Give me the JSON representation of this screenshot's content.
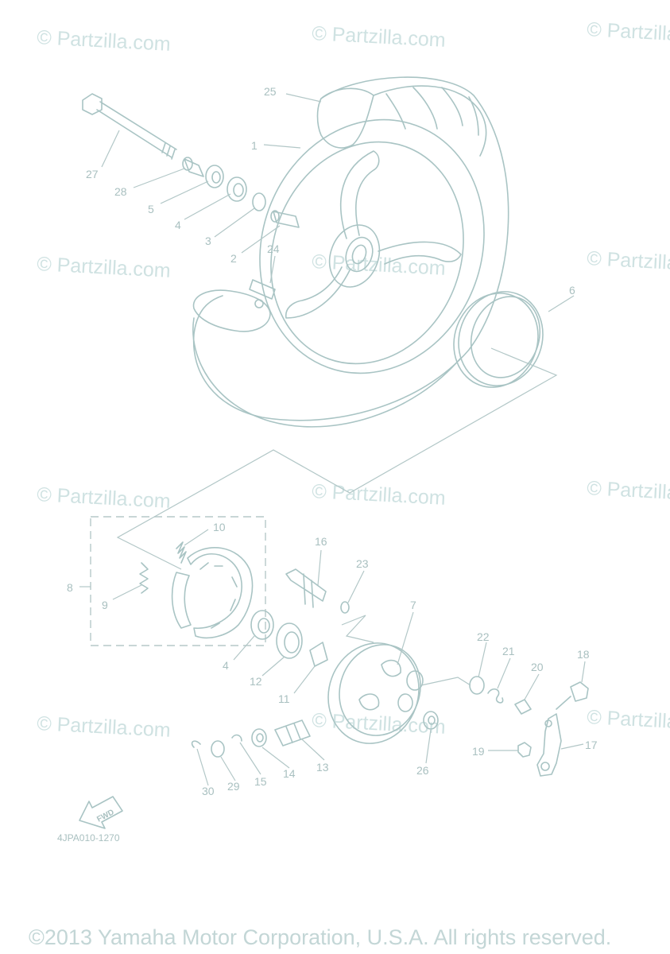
{
  "diagram": {
    "drawing_code": "4JPA010-1270",
    "copyright": "©2013 Yamaha Motor Corporation, U.S.A. All rights reserved.",
    "fwd_label": "FWD",
    "watermarks": [
      "© Partzilla.com",
      "© Partzilla.com",
      "© Partzilla.com",
      "© Partzilla.com",
      "© Partzilla.com",
      "© Partzilla.com",
      "© Partzilla.com",
      "© Partzilla.com",
      "© Partzilla.com",
      "© Partzilla.com",
      "© Partzilla.com",
      "© Partzilla.com"
    ],
    "callouts": [
      "25",
      "1",
      "27",
      "28",
      "5",
      "4",
      "3",
      "2",
      "24",
      "6",
      "10",
      "8",
      "9",
      "16",
      "23",
      "7",
      "4",
      "12",
      "11",
      "22",
      "21",
      "20",
      "18",
      "17",
      "19",
      "26",
      "13",
      "14",
      "15",
      "29",
      "30"
    ]
  },
  "colors": {
    "line": "#a9c4c4",
    "label": "#a9c0c0",
    "watermark": "#cfe2e2"
  }
}
